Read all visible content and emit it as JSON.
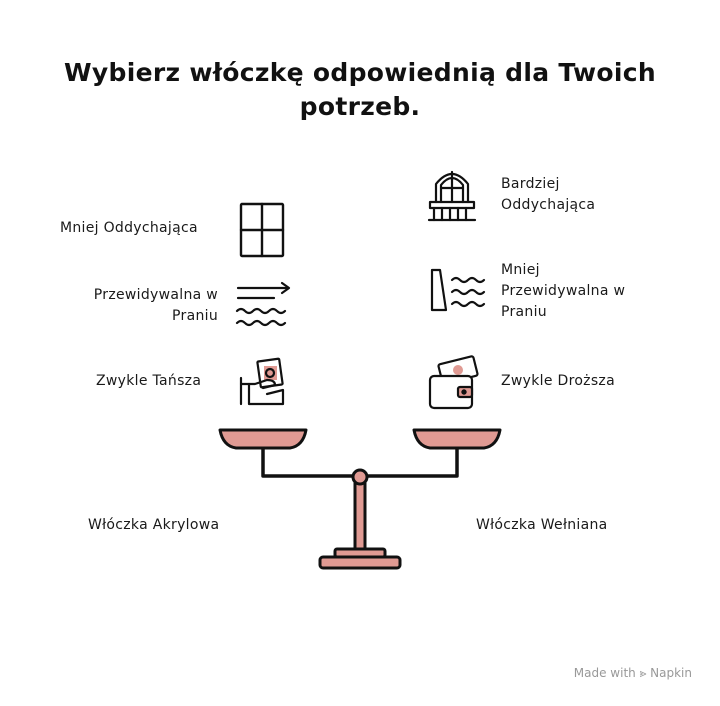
{
  "title": "Wybierz włóczkę odpowiednią dla Twoich potrzeb.",
  "left": {
    "name": "Włóczka Akrylowa",
    "items": [
      {
        "label": "Mniej Oddychająca",
        "icon": "window-icon"
      },
      {
        "label_line1": "Przewidywalna w",
        "label_line2": "Praniu",
        "icon": "water-arrow-icon"
      },
      {
        "label": "Zwykle Tańsza",
        "icon": "hand-money-icon"
      }
    ]
  },
  "right": {
    "name": "Włóczka Wełniana",
    "items": [
      {
        "label_line1": "Bardziej",
        "label_line2": "Oddychająca",
        "icon": "balcony-window-icon"
      },
      {
        "label_line1": "Mniej",
        "label_line2": "Przewidywalna w",
        "label_line3": "Praniu",
        "icon": "waves-wall-icon"
      },
      {
        "label": "Zwykle Droższa",
        "icon": "wallet-money-icon"
      }
    ]
  },
  "colors": {
    "accent": "#e09a93",
    "ink": "#111111"
  },
  "brand": "Made with ⪢ Napkin"
}
